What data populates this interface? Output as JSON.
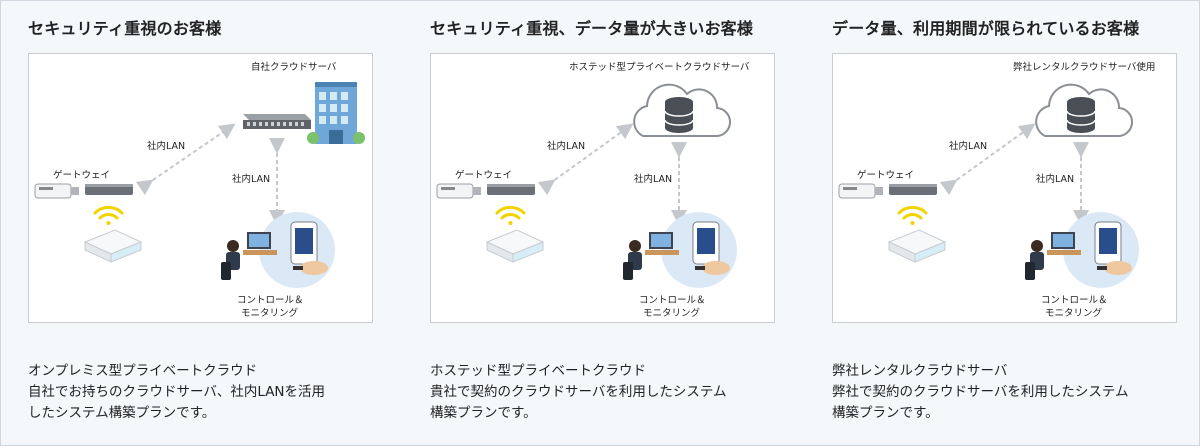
{
  "columns": [
    {
      "title": "セキュリティ重視のお客様",
      "server_label": "自社クラウドサーバ",
      "lan_label_1": "社内LAN",
      "lan_label_2": "社内LAN",
      "gateway_label": "ゲートウェイ",
      "control_label_1": "コントロール＆",
      "control_label_2": "モニタリング",
      "server_icon": "building-server-icon",
      "description": [
        "オンプレミス型プライベートクラウド",
        "自社でお持ちのクラウドサーバ、社内LANを活用",
        "したシステム構築プランです。"
      ]
    },
    {
      "title": "セキュリティ重視、データ量が大きいお客様",
      "server_label": "ホステッド型プライベートクラウドサーバ",
      "lan_label_1": "社内LAN",
      "lan_label_2": "社内LAN",
      "gateway_label": "ゲートウェイ",
      "control_label_1": "コントロール＆",
      "control_label_2": "モニタリング",
      "server_icon": "cloud-database-icon",
      "description": [
        "ホステッド型プライベートクラウド",
        "貴社で契約のクラウドサーバを利用したシステム",
        "構築プランです。"
      ]
    },
    {
      "title": "データ量、利用期間が限られているお客様",
      "server_label": "弊社レンタルクラウドサーバ使用",
      "lan_label_1": "社内LAN",
      "lan_label_2": "社内LAN",
      "gateway_label": "ゲートウェイ",
      "control_label_1": "コントロール＆",
      "control_label_2": "モニタリング",
      "server_icon": "cloud-database-icon",
      "description": [
        "弊社レンタルクラウドサーバ",
        "弊社で契約のクラウドサーバを利用したシステム",
        "構築プランです。"
      ]
    }
  ],
  "colors": {
    "background": "#f5f8fb",
    "arrow": "#c4c8cc",
    "wifi": "#f2d300",
    "cloud_stroke": "#8a8f95",
    "building": "#6fa8d8"
  }
}
